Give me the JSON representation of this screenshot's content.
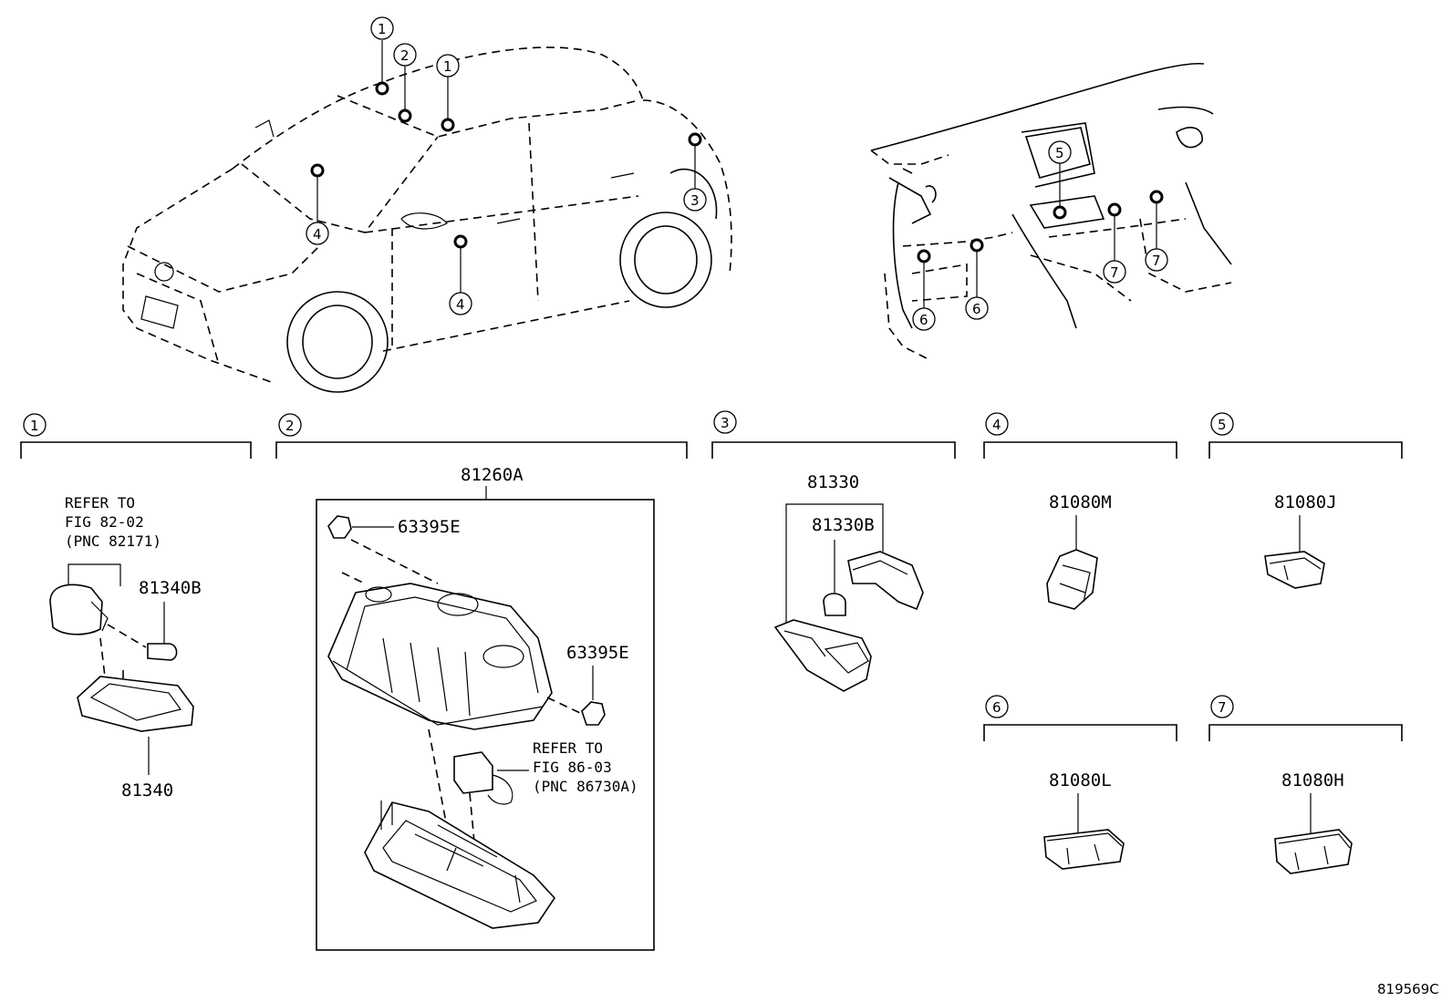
{
  "diagram_id": "819569C",
  "callouts": [
    "1",
    "2",
    "3",
    "4",
    "5",
    "6",
    "7"
  ],
  "groups": {
    "g1": {
      "number": "1",
      "refer_lines": [
        "REFER TO",
        "FIG 82-02",
        "(PNC 82171)"
      ],
      "parts": [
        "81340B",
        "81340"
      ]
    },
    "g2": {
      "number": "2",
      "assembly": "81260A",
      "parts": [
        "63395E",
        "63395E"
      ],
      "refer_lines": [
        "REFER TO",
        "FIG 86-03",
        "(PNC 86730A)"
      ]
    },
    "g3": {
      "number": "3",
      "parts": [
        "81330",
        "81330B"
      ]
    },
    "g4": {
      "number": "4",
      "parts": [
        "81080M"
      ]
    },
    "g5": {
      "number": "5",
      "parts": [
        "81080J"
      ]
    },
    "g6": {
      "number": "6",
      "parts": [
        "81080L"
      ]
    },
    "g7": {
      "number": "7",
      "parts": [
        "81080H"
      ]
    }
  }
}
